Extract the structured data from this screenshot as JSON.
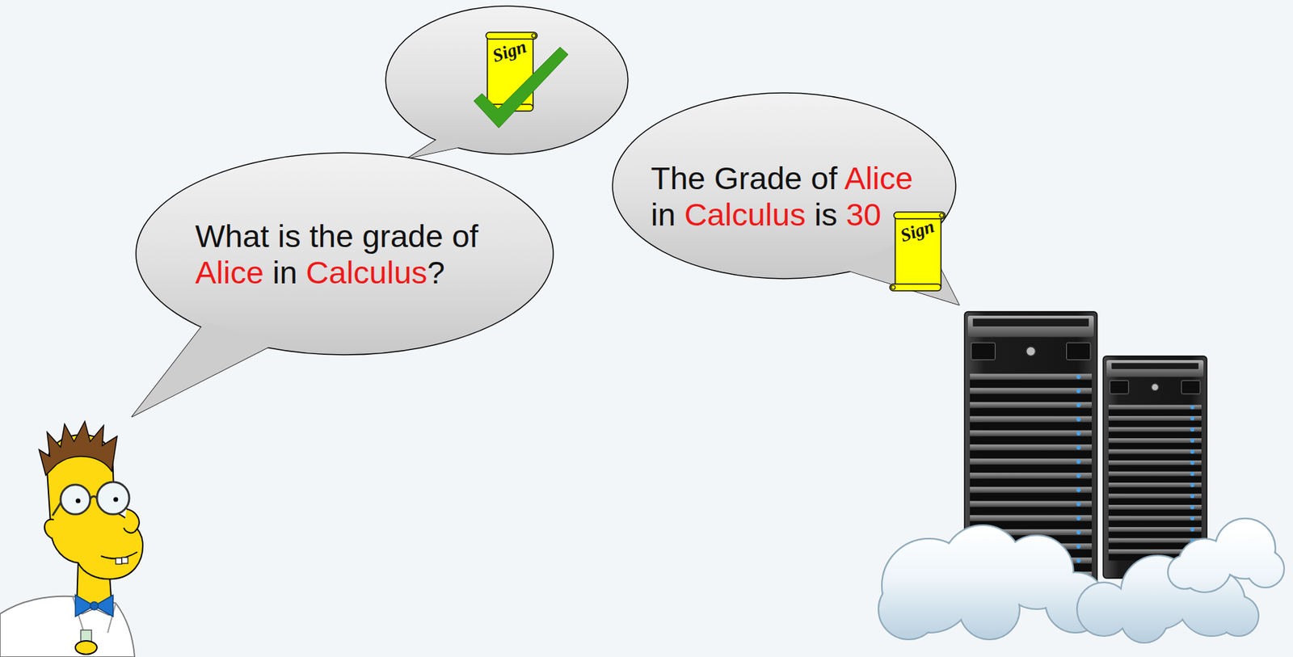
{
  "diagram": {
    "nodes": [
      {
        "text": [
          "What is the grade of Alice in Calculus?"
        ]
      },
      {
        "text": [
          "Sign"
        ]
      },
      {
        "text": [
          "The Grade of Alice in Calculus is 30"
        ]
      },
      {
        "text": [
          "Sign"
        ]
      }
    ]
  }
}
